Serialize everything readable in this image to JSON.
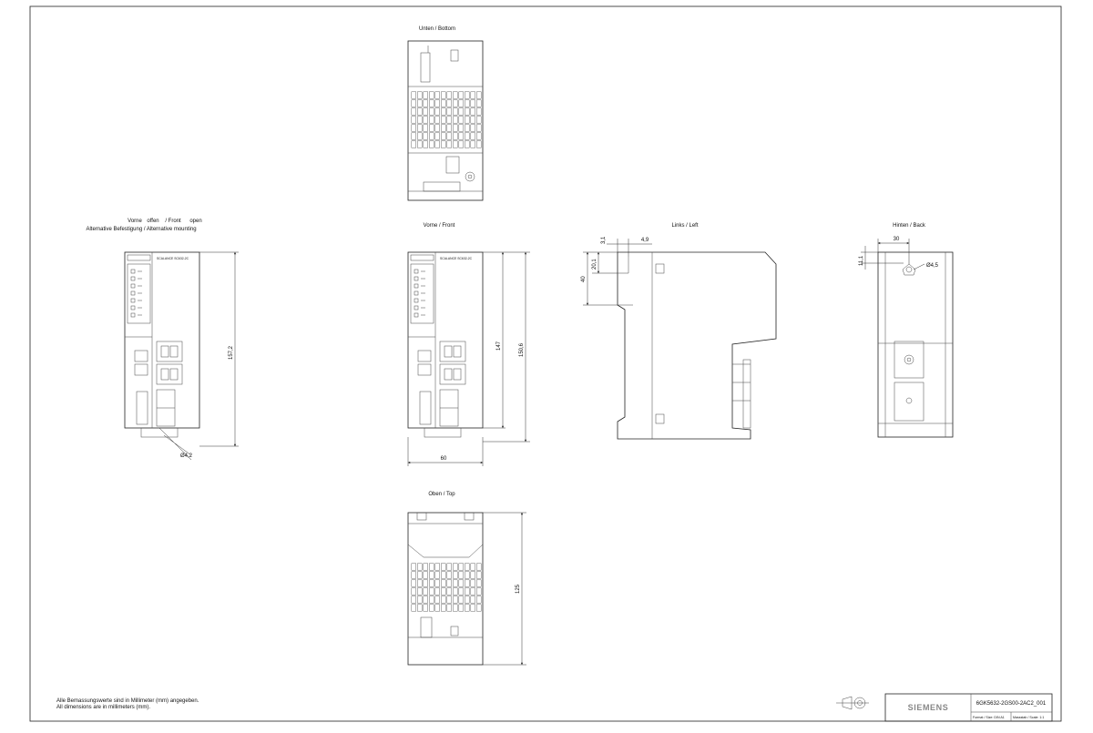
{
  "views": {
    "bottom": {
      "title": "Unten / Bottom"
    },
    "front_open": {
      "title_line1_a": "Vorne",
      "title_line1_b": "offen",
      "title_line1_c": "/ Front",
      "title_line1_d": "open",
      "title_line2": "Alternative Befestigung / Alternative mounting",
      "device_label": "SCALANCE SC632-2C",
      "dim_height": "157,2",
      "dim_hole": "Ø4,2"
    },
    "front": {
      "title": "Vorne / Front",
      "device_label": "SCALANCE SC632-2C",
      "dim_inner": "147",
      "dim_outer": "150,6",
      "dim_width": "60"
    },
    "left": {
      "title": "Links / Left",
      "dim_a": "3,1",
      "dim_b": "4,9",
      "dim_c": "20,1",
      "dim_d": "40"
    },
    "back": {
      "title": "Hinten / Back",
      "dim_width": "30",
      "dim_offset": "11,1",
      "dim_hole": "Ø4,5"
    },
    "top": {
      "title": "Oben / Top",
      "dim_depth": "125"
    }
  },
  "notes": {
    "line1": "Alle Bemassungswerte sind in Millimeter (mm) angegeben.",
    "line2": "All dimensions are in millimeters (mm)."
  },
  "title_block": {
    "logo": "SIEMENS",
    "drawing_number": "6GK5632-2GS00-2AC2_001",
    "format_label": "Format / Size: DIN A1",
    "scale_label": "Massstab / Scale: 1:1"
  }
}
